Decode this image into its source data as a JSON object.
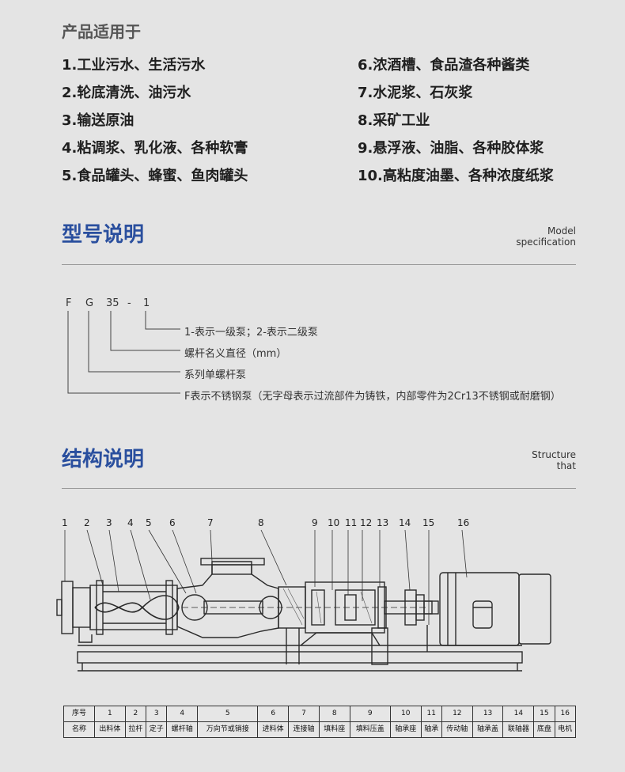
{
  "applications": {
    "heading": "产品适用于",
    "left": [
      "1.工业污水、生活污水",
      "2.轮底清洗、油污水",
      "3.输送原油",
      "4.粘调浆、乳化液、各种软膏",
      "5.食品罐头、蜂蜜、鱼肉罐头"
    ],
    "right": [
      "6.浓酒槽、食品渣各种酱类",
      "7.水泥浆、石灰浆",
      "8.采矿工业",
      "9.悬浮液、油脂、各种胶体浆",
      "10.高粘度油墨、各种浓度纸浆"
    ]
  },
  "model": {
    "title": "型号说明",
    "en_line1": "Model",
    "en_line2": "specification",
    "code": [
      "F",
      "G",
      "35",
      "-",
      "1"
    ],
    "desc": [
      "1-表示一级泵；2-表示二级泵",
      "螺杆名义直径（mm）",
      "系列单螺杆泵",
      "F表示不锈钢泵（无字母表示过流部件为铸铁，内部零件为2Cr13不锈钢或耐磨钢）"
    ]
  },
  "structure": {
    "title": "结构说明",
    "en_line1": "Structure",
    "en_line2": "that",
    "callouts": [
      "1",
      "2",
      "3",
      "4",
      "5",
      "6",
      "7",
      "8",
      "9",
      "10",
      "11",
      "12",
      "13",
      "14",
      "15",
      "16"
    ]
  },
  "parts_table": {
    "row1_label": "序号",
    "row2_label": "名称",
    "numbers": [
      "1",
      "2",
      "3",
      "4",
      "5",
      "6",
      "7",
      "8",
      "9",
      "10",
      "11",
      "12",
      "13",
      "14",
      "15",
      "16"
    ],
    "names": [
      "出料体",
      "拉杆",
      "定子",
      "螺杆轴",
      "万向节或销接",
      "进料体",
      "连接轴",
      "填料座",
      "填料压盖",
      "轴承座",
      "轴承",
      "传动轴",
      "轴承盖",
      "联轴器",
      "底盘",
      "电机"
    ]
  }
}
